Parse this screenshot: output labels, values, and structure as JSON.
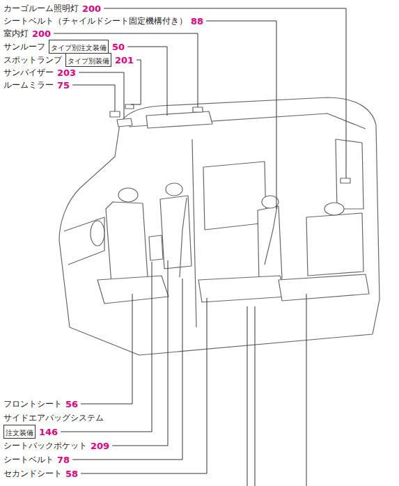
{
  "diagram": {
    "nodes": [
      {
        "text": [
          "タイプ別注文装備"
        ]
      },
      {
        "text": [
          "タイプ別装備"
        ]
      },
      {
        "text": [
          "注文装備"
        ]
      }
    ],
    "labels": [
      "カーゴルーム照明灯",
      "200",
      "シートベルト（チャイルドシート固定機構付き）",
      "88",
      "室内灯",
      "200",
      "サンルーフ",
      "50",
      "スポットランプ",
      "201",
      "サンバイザー",
      "203",
      "ルームミラー",
      "75",
      "フロントシート",
      "56",
      "サイドエアバッグシステム",
      "146",
      "シートバックポケット",
      "209",
      "シートベルト",
      "78",
      "セカンドシート",
      "58"
    ]
  }
}
